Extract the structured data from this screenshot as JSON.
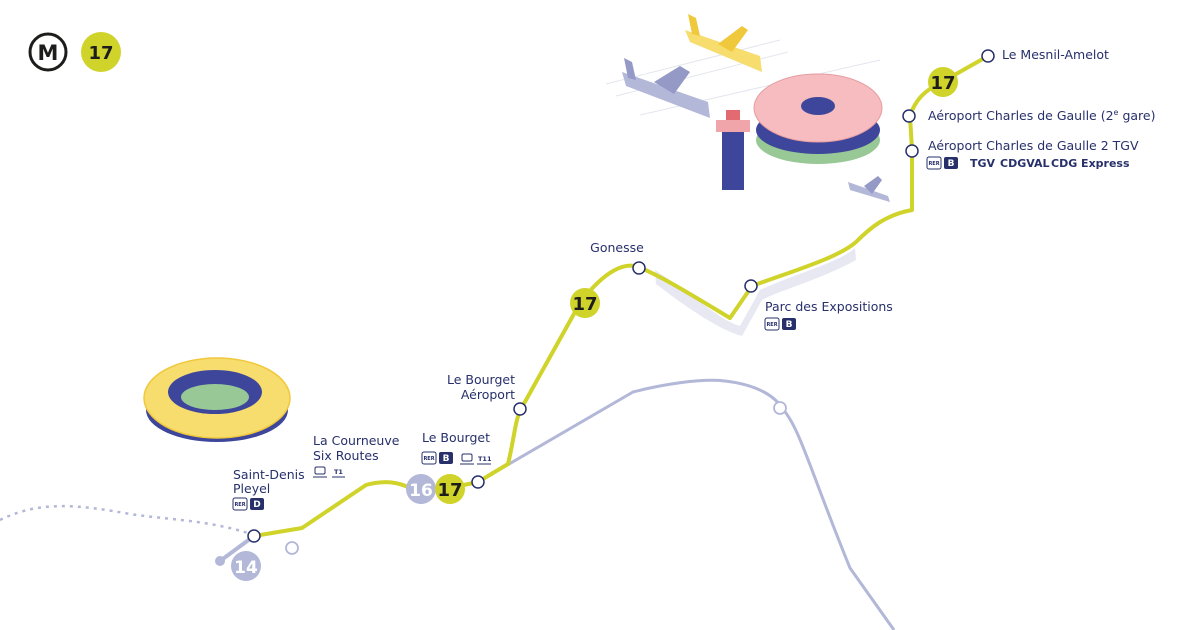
{
  "header": {
    "metro_symbol": "M",
    "line_number": "17"
  },
  "colors": {
    "line17": "#cfd32a",
    "other_lines": "#b3b7d8",
    "text": "#27306b",
    "station_fill": "#ffffff"
  },
  "lines": {
    "line17_label": "17",
    "line16_label": "16",
    "line14_label": "14"
  },
  "stations": {
    "le_mesnil_amelot": {
      "name": "Le Mesnil-Amelot"
    },
    "cdg_2e_gare": {
      "name_main": "Aéroport Charles de Gaulle (2",
      "name_sup": "e",
      "name_end": " gare)"
    },
    "cdg_2_tgv": {
      "name": "Aéroport Charles de Gaulle 2 TGV",
      "rer": "RER",
      "rer_line": "B",
      "tgv": "TGV",
      "cdgval": "CDGVAL",
      "cdg_express": "CDG Express"
    },
    "gonesse": {
      "name": "Gonesse"
    },
    "parc_expositions": {
      "name": "Parc des Expositions",
      "rer": "RER",
      "rer_line": "B"
    },
    "le_bourget_aeroport": {
      "line1": "Le Bourget",
      "line2": "Aéroport"
    },
    "le_bourget": {
      "name": "Le Bourget",
      "rer": "RER",
      "rer_line": "B",
      "tram": "T11"
    },
    "la_courneuve": {
      "line1": "La Courneuve",
      "line2": "Six Routes",
      "tram": "T1"
    },
    "saint_denis_pleyel": {
      "line1": "Saint-Denis",
      "line2": "Pleyel",
      "rer": "RER",
      "rer_line": "D"
    }
  }
}
